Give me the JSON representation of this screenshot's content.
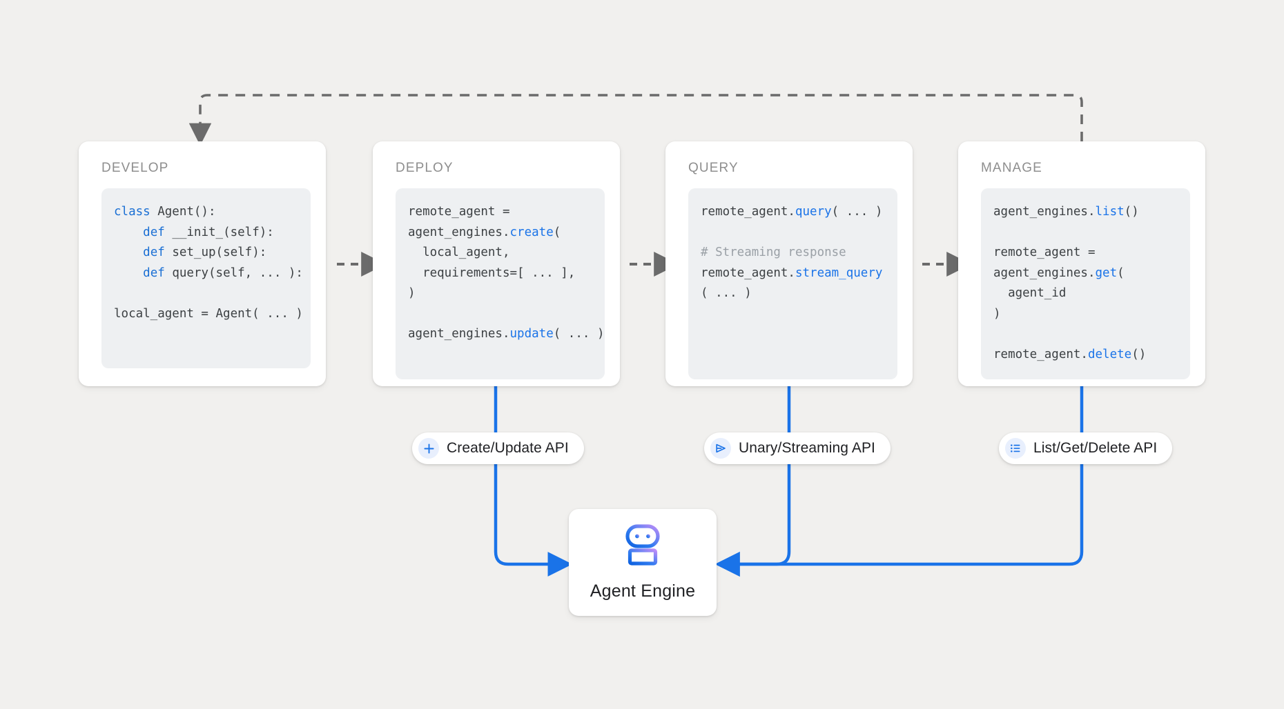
{
  "theme": {
    "background": "#f1f0ee",
    "card_bg": "#ffffff",
    "code_bg": "#eef0f2",
    "accent_blue": "#1a73e8",
    "keyword_blue": "#1a6fd4",
    "comment_gray": "#9aa0a6",
    "title_gray": "#8e8e8e",
    "flow_arrow_gray": "#6b6b6b",
    "pill_icon_bg": "#e8effd",
    "robot_gradient_from": "#1a73e8",
    "robot_gradient_to": "#b388f5"
  },
  "stages": [
    {
      "id": "develop",
      "title": "DEVELOP",
      "code_lines": [
        [
          {
            "t": "class ",
            "c": "kw"
          },
          {
            "t": "Agent():",
            "c": ""
          }
        ],
        [
          {
            "t": "    ",
            "c": ""
          },
          {
            "t": "def ",
            "c": "kw"
          },
          {
            "t": "__init_(self):",
            "c": ""
          }
        ],
        [
          {
            "t": "    ",
            "c": ""
          },
          {
            "t": "def ",
            "c": "kw"
          },
          {
            "t": "set_up(self):",
            "c": ""
          }
        ],
        [
          {
            "t": "    ",
            "c": ""
          },
          {
            "t": "def ",
            "c": "kw"
          },
          {
            "t": "query(self, ... ):",
            "c": ""
          }
        ],
        [
          {
            "t": "",
            "c": ""
          }
        ],
        [
          {
            "t": "local_agent = Agent( ... )",
            "c": ""
          }
        ]
      ]
    },
    {
      "id": "deploy",
      "title": "DEPLOY",
      "code_lines": [
        [
          {
            "t": "remote_agent =",
            "c": ""
          }
        ],
        [
          {
            "t": "agent_engines.",
            "c": ""
          },
          {
            "t": "create",
            "c": "fn"
          },
          {
            "t": "(",
            "c": ""
          }
        ],
        [
          {
            "t": "  local_agent,",
            "c": ""
          }
        ],
        [
          {
            "t": "  requirements=[ ... ],",
            "c": ""
          }
        ],
        [
          {
            "t": ")",
            "c": ""
          }
        ],
        [
          {
            "t": "",
            "c": ""
          }
        ],
        [
          {
            "t": "agent_engines.",
            "c": ""
          },
          {
            "t": "update",
            "c": "fn"
          },
          {
            "t": "( ... )",
            "c": ""
          }
        ]
      ]
    },
    {
      "id": "query",
      "title": "QUERY",
      "code_lines": [
        [
          {
            "t": "remote_agent.",
            "c": ""
          },
          {
            "t": "query",
            "c": "fn"
          },
          {
            "t": "( ... )",
            "c": ""
          }
        ],
        [
          {
            "t": "",
            "c": ""
          }
        ],
        [
          {
            "t": "# Streaming response",
            "c": "cm"
          }
        ],
        [
          {
            "t": "remote_agent.",
            "c": ""
          },
          {
            "t": "stream_query",
            "c": "fn"
          }
        ],
        [
          {
            "t": "( ... )",
            "c": ""
          }
        ]
      ]
    },
    {
      "id": "manage",
      "title": "MANAGE",
      "code_lines": [
        [
          {
            "t": "agent_engines.",
            "c": ""
          },
          {
            "t": "list",
            "c": "fn"
          },
          {
            "t": "()",
            "c": ""
          }
        ],
        [
          {
            "t": "",
            "c": ""
          }
        ],
        [
          {
            "t": "remote_agent =",
            "c": ""
          }
        ],
        [
          {
            "t": "agent_engines.",
            "c": ""
          },
          {
            "t": "get",
            "c": "fn"
          },
          {
            "t": "(",
            "c": ""
          }
        ],
        [
          {
            "t": "  agent_id",
            "c": ""
          }
        ],
        [
          {
            "t": ")",
            "c": ""
          }
        ],
        [
          {
            "t": "",
            "c": ""
          }
        ],
        [
          {
            "t": "remote_agent.",
            "c": ""
          },
          {
            "t": "delete",
            "c": "fn"
          },
          {
            "t": "()",
            "c": ""
          }
        ]
      ]
    }
  ],
  "api_pills": [
    {
      "id": "create-update",
      "label": "Create/Update API",
      "icon": "plus-icon"
    },
    {
      "id": "unary-streaming",
      "label": "Unary/Streaming API",
      "icon": "send-triangle-icon"
    },
    {
      "id": "list-get-delete",
      "label": "List/Get/Delete API",
      "icon": "list-icon"
    }
  ],
  "agent_engine": {
    "label": "Agent Engine",
    "icon": "robot-icon"
  },
  "flow": {
    "forward_arrows": 3,
    "feedback_arrow": "manage-back-to-develop"
  }
}
